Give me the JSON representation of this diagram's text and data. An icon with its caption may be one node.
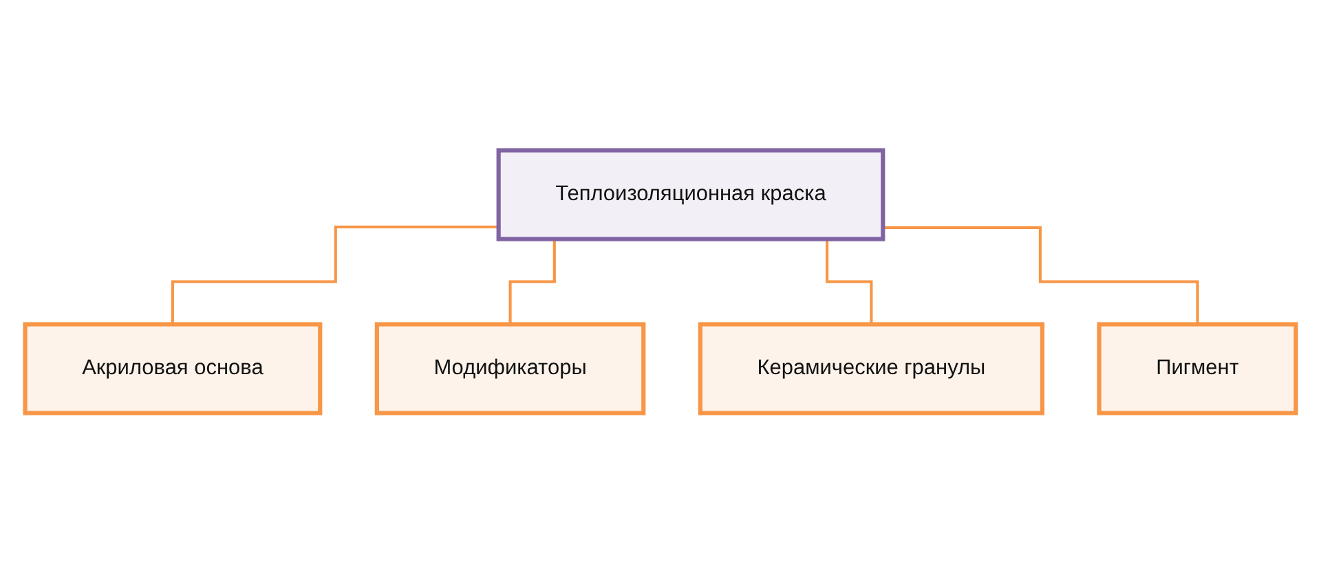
{
  "diagram": {
    "nodes": [
      {
        "text": [
          "Теплоизоляционная краска"
        ]
      },
      {
        "text": [
          "Акриловая основа"
        ]
      },
      {
        "text": [
          "Модификаторы"
        ]
      },
      {
        "text": [
          "Керамические гранулы"
        ]
      },
      {
        "text": [
          "Пигмент"
        ]
      }
    ],
    "edges": [
      {
        "from": 0,
        "to": 1,
        "arrow": "none"
      },
      {
        "from": 0,
        "to": 2,
        "arrow": "none"
      },
      {
        "from": 0,
        "to": 3,
        "arrow": "none"
      },
      {
        "from": 0,
        "to": 4,
        "arrow": "none"
      }
    ]
  }
}
